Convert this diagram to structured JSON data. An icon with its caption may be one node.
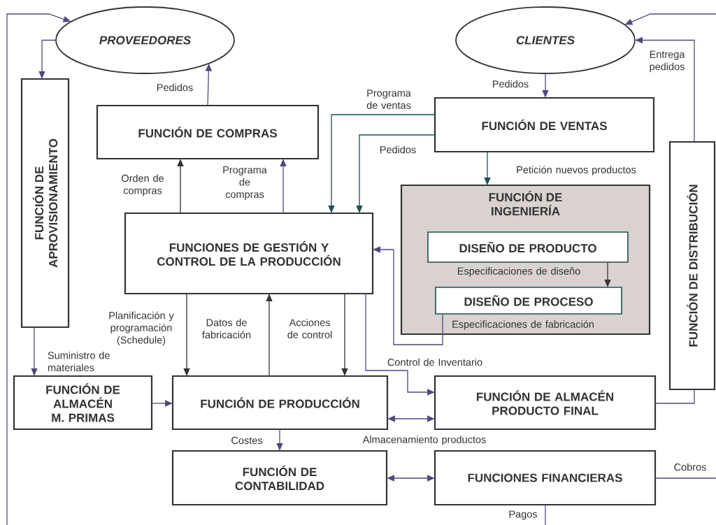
{
  "diagram": {
    "nodes": [
      {
        "text": [
          "PROVEEDORES"
        ]
      },
      {
        "text": [
          "CLIENTES"
        ]
      },
      {
        "text": [
          "FUNCIÓN DE APROVISIONAMIENTO"
        ]
      },
      {
        "text": [
          "FUNCIÓN DE COMPRAS"
        ]
      },
      {
        "text": [
          "FUNCIÓN DE VENTAS"
        ]
      },
      {
        "text": [
          "FUNCIÓN DE INGENIERÍA"
        ]
      },
      {
        "text": [
          "DISEÑO DE PRODUCTO"
        ],
        "in": 5
      },
      {
        "text": [
          "DISEÑO DE PROCESO"
        ],
        "in": 5
      },
      {
        "text": [
          "FUNCIÓN DE DISTRIBUCIÓN"
        ]
      },
      {
        "text": [
          "FUNCIONES DE GESTIÓN Y CONTROL DE LA PRODUCCIÓN"
        ]
      },
      {
        "text": [
          "FUNCIÓN DE ALMACÉN M. PRIMAS"
        ]
      },
      {
        "text": [
          "FUNCIÓN DE PRODUCCIÓN"
        ]
      },
      {
        "text": [
          "FUNCIÓN DE ALMACÉN PRODUCTO FINAL"
        ]
      },
      {
        "text": [
          "FUNCIÓN DE CONTABILIDAD"
        ]
      },
      {
        "text": [
          "FUNCIONES FINANCIERAS"
        ]
      }
    ],
    "edges": [
      {
        "from": null,
        "to": 0,
        "arrow": "to"
      },
      {
        "from": 0,
        "to": 2,
        "arrow": "to"
      },
      {
        "from": 3,
        "to": 0,
        "arrow": "to",
        "label": "Pedidos"
      },
      {
        "from": 1,
        "to": 4,
        "arrow": "to",
        "label": "Pedidos"
      },
      {
        "from": 8,
        "to": 1,
        "arrow": "to",
        "label": "Entrega pedidos"
      },
      {
        "from": null,
        "to": 1,
        "arrow": "to"
      },
      {
        "from": 4,
        "to": 9,
        "arrow": "to",
        "label": "Programa de ventas",
        "color": "#1e5050"
      },
      {
        "from": 4,
        "to": 9,
        "arrow": "to",
        "label": "Pedidos",
        "color": "#1e5050"
      },
      {
        "from": 4,
        "to": 5,
        "arrow": "to",
        "label": "Petición nuevos productos",
        "color": "#1e5050"
      },
      {
        "from": 9,
        "to": 3,
        "arrow": "to",
        "label": "Orden de compras",
        "color": "#333333"
      },
      {
        "from": 9,
        "to": 3,
        "arrow": "to",
        "label": "Programa de compras"
      },
      {
        "from": 6,
        "to": 7,
        "arrow": "to",
        "label": "Especificaciones de diseño",
        "color": "#333333"
      },
      {
        "from": 7,
        "to": 9,
        "arrow": "to",
        "label": "Especificaciones de fabricación"
      },
      {
        "from": 9,
        "to": 11,
        "arrow": "to",
        "label": "Planificación y programación (Schedule)",
        "color": "#333333"
      },
      {
        "from": 11,
        "to": 9,
        "arrow": "to",
        "label": "Datos de fabricación",
        "color": "#333333"
      },
      {
        "from": 9,
        "to": 11,
        "arrow": "to",
        "label": "Acciones de control",
        "color": "#333333"
      },
      {
        "from": 9,
        "to": 12,
        "arrow": "to",
        "label": "Control de Inventario"
      },
      {
        "from": 2,
        "to": 10,
        "arrow": "to",
        "label": "Suministro de materiales"
      },
      {
        "from": 10,
        "to": 11,
        "arrow": "to"
      },
      {
        "from": 11,
        "to": 12,
        "arrow": "both",
        "label": "Almacenamiento productos"
      },
      {
        "from": 11,
        "to": 13,
        "arrow": "to",
        "label": "Costes"
      },
      {
        "from": 13,
        "to": 14,
        "arrow": "both"
      },
      {
        "from": 12,
        "to": 8,
        "arrow": "none"
      },
      {
        "from": 14,
        "to": null,
        "arrow": "none",
        "label": "Cobros"
      },
      {
        "from": 14,
        "to": null,
        "arrow": "none",
        "label": "Pagos"
      }
    ]
  }
}
